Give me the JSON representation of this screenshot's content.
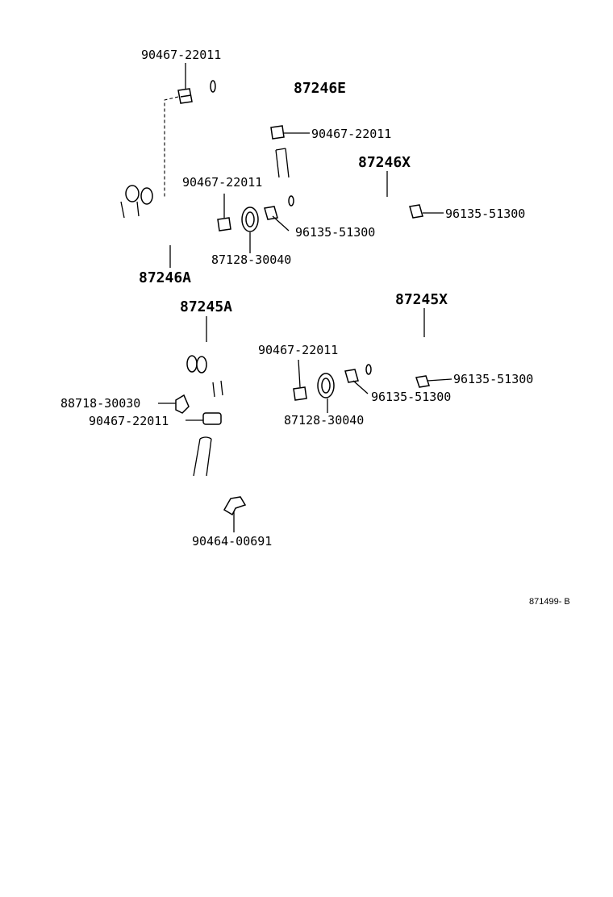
{
  "labels": {
    "clip_top": "90467-22011",
    "hose_e": "87246E",
    "clip_mid_right": "90467-22011",
    "hose_x_top": "87246X",
    "clip_left_upper": "90467-22011",
    "clamp_upper_r1": "96135-51300",
    "clamp_upper_r2": "96135-51300",
    "grommet_upper": "87128-30040",
    "hose_a_upper": "87246A",
    "hose_a_lower": "87245A",
    "hose_x_lower": "87245X",
    "clip_lower_mid": "90467-22011",
    "clamp_lower_r1": "96135-51300",
    "clamp_lower_r2": "96135-51300",
    "grommet_lower": "87128-30040",
    "bracket": "88718-30030",
    "clip_lower_left": "90467-22011",
    "clamp_bottom": "90464-00691",
    "diagram_id": "871499- B"
  }
}
